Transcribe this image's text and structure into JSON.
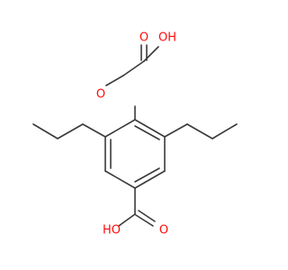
{
  "molecule": {
    "atoms": {
      "o_top": {
        "label": "O",
        "color": "#ff0d0d"
      },
      "oh_top": {
        "label": "OH",
        "color": "#ff0d0d"
      },
      "o_ether": {
        "label": "O",
        "color": "#ff0d0d"
      },
      "o_bottom": {
        "label": "O",
        "color": "#ff0d0d"
      },
      "oh_bottom": {
        "label": "HO",
        "color": "#ff0d0d"
      }
    },
    "bond_color": "#3a3a3a"
  }
}
